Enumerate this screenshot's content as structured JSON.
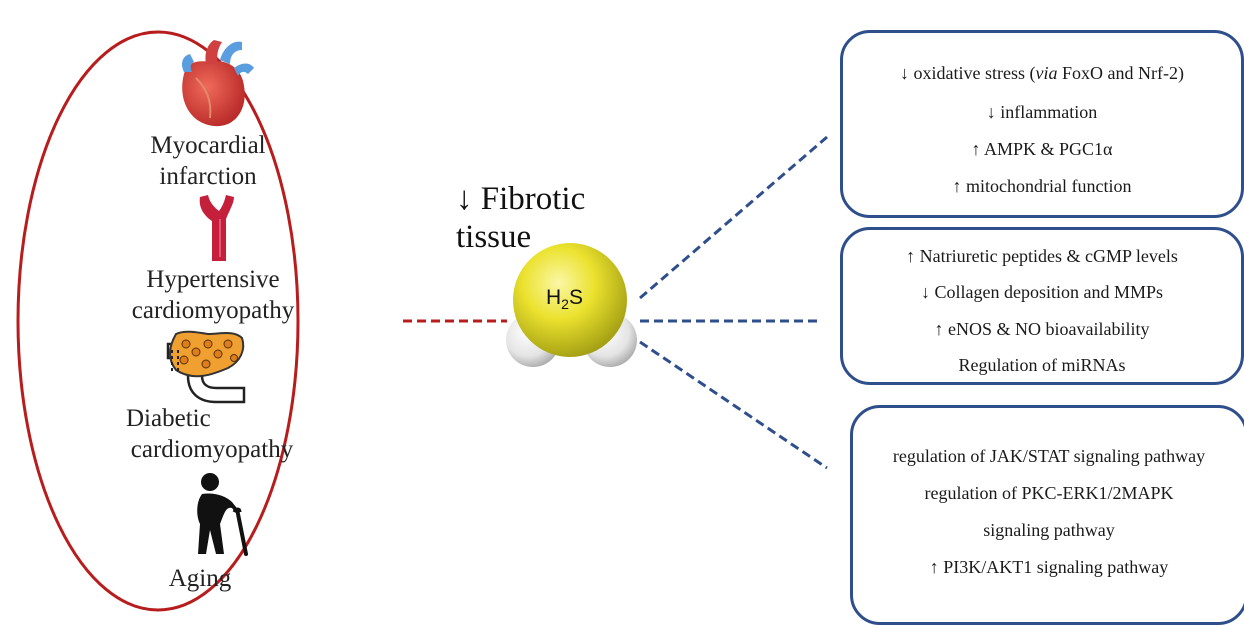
{
  "title": "↓ Fibrotic tissue",
  "title_lines": [
    "↓ Fibrotic",
    "tissue"
  ],
  "molecule": {
    "main": "H",
    "sub": "2",
    "tail": "S"
  },
  "conditions": [
    {
      "lines": [
        "Myocardial",
        "infarction"
      ],
      "icon": "heart-icon"
    },
    {
      "lines": [
        "Hypertensive",
        "cardiomyopathy"
      ],
      "icon": "blood-vessel-icon"
    },
    {
      "lines": [
        "Diabetic",
        "cardiomyopathy"
      ],
      "icon": "pancreas-icon"
    },
    {
      "lines": [
        "Aging"
      ],
      "icon": "elderly-person-icon"
    }
  ],
  "boxes": [
    {
      "lines": [
        {
          "pre": "↓ oxidative stress (",
          "em": "via",
          "post": " FoxO and Nrf-2)"
        },
        {
          "pre": "↓ inflammation",
          "em": "",
          "post": ""
        },
        {
          "pre": "↑ AMPK &  PGC1α",
          "em": "",
          "post": ""
        },
        {
          "pre": "↑ mitochondrial function",
          "em": "",
          "post": ""
        }
      ]
    },
    {
      "lines": [
        {
          "pre": "↑ Natriuretic peptides & cGMP levels",
          "em": "",
          "post": ""
        },
        {
          "pre": "↓ Collagen deposition and MMPs",
          "em": "",
          "post": ""
        },
        {
          "pre": "↑ eNOS & NO bioavailability",
          "em": "",
          "post": ""
        },
        {
          "pre": "Regulation of miRNAs",
          "em": "",
          "post": ""
        }
      ]
    },
    {
      "lines": [
        {
          "pre": "regulation of JAK/STAT signaling pathway",
          "em": "",
          "post": ""
        },
        {
          "pre": "regulation of PKC-ERK1/2MAPK",
          "em": "",
          "post": ""
        },
        {
          "pre": "signaling pathway",
          "em": "",
          "post": ""
        },
        {
          "pre": "↑ PI3K/AKT1 signaling pathway",
          "em": "",
          "post": ""
        }
      ]
    }
  ],
  "colors": {
    "ellipse": "#b81d1d",
    "left_connector": "#b81d1d",
    "right_connectors": "#2f4e8c",
    "box_border": "#2f4e8c",
    "sulfur": "#e9e22a",
    "hydrogen": "#e6e6e6"
  }
}
